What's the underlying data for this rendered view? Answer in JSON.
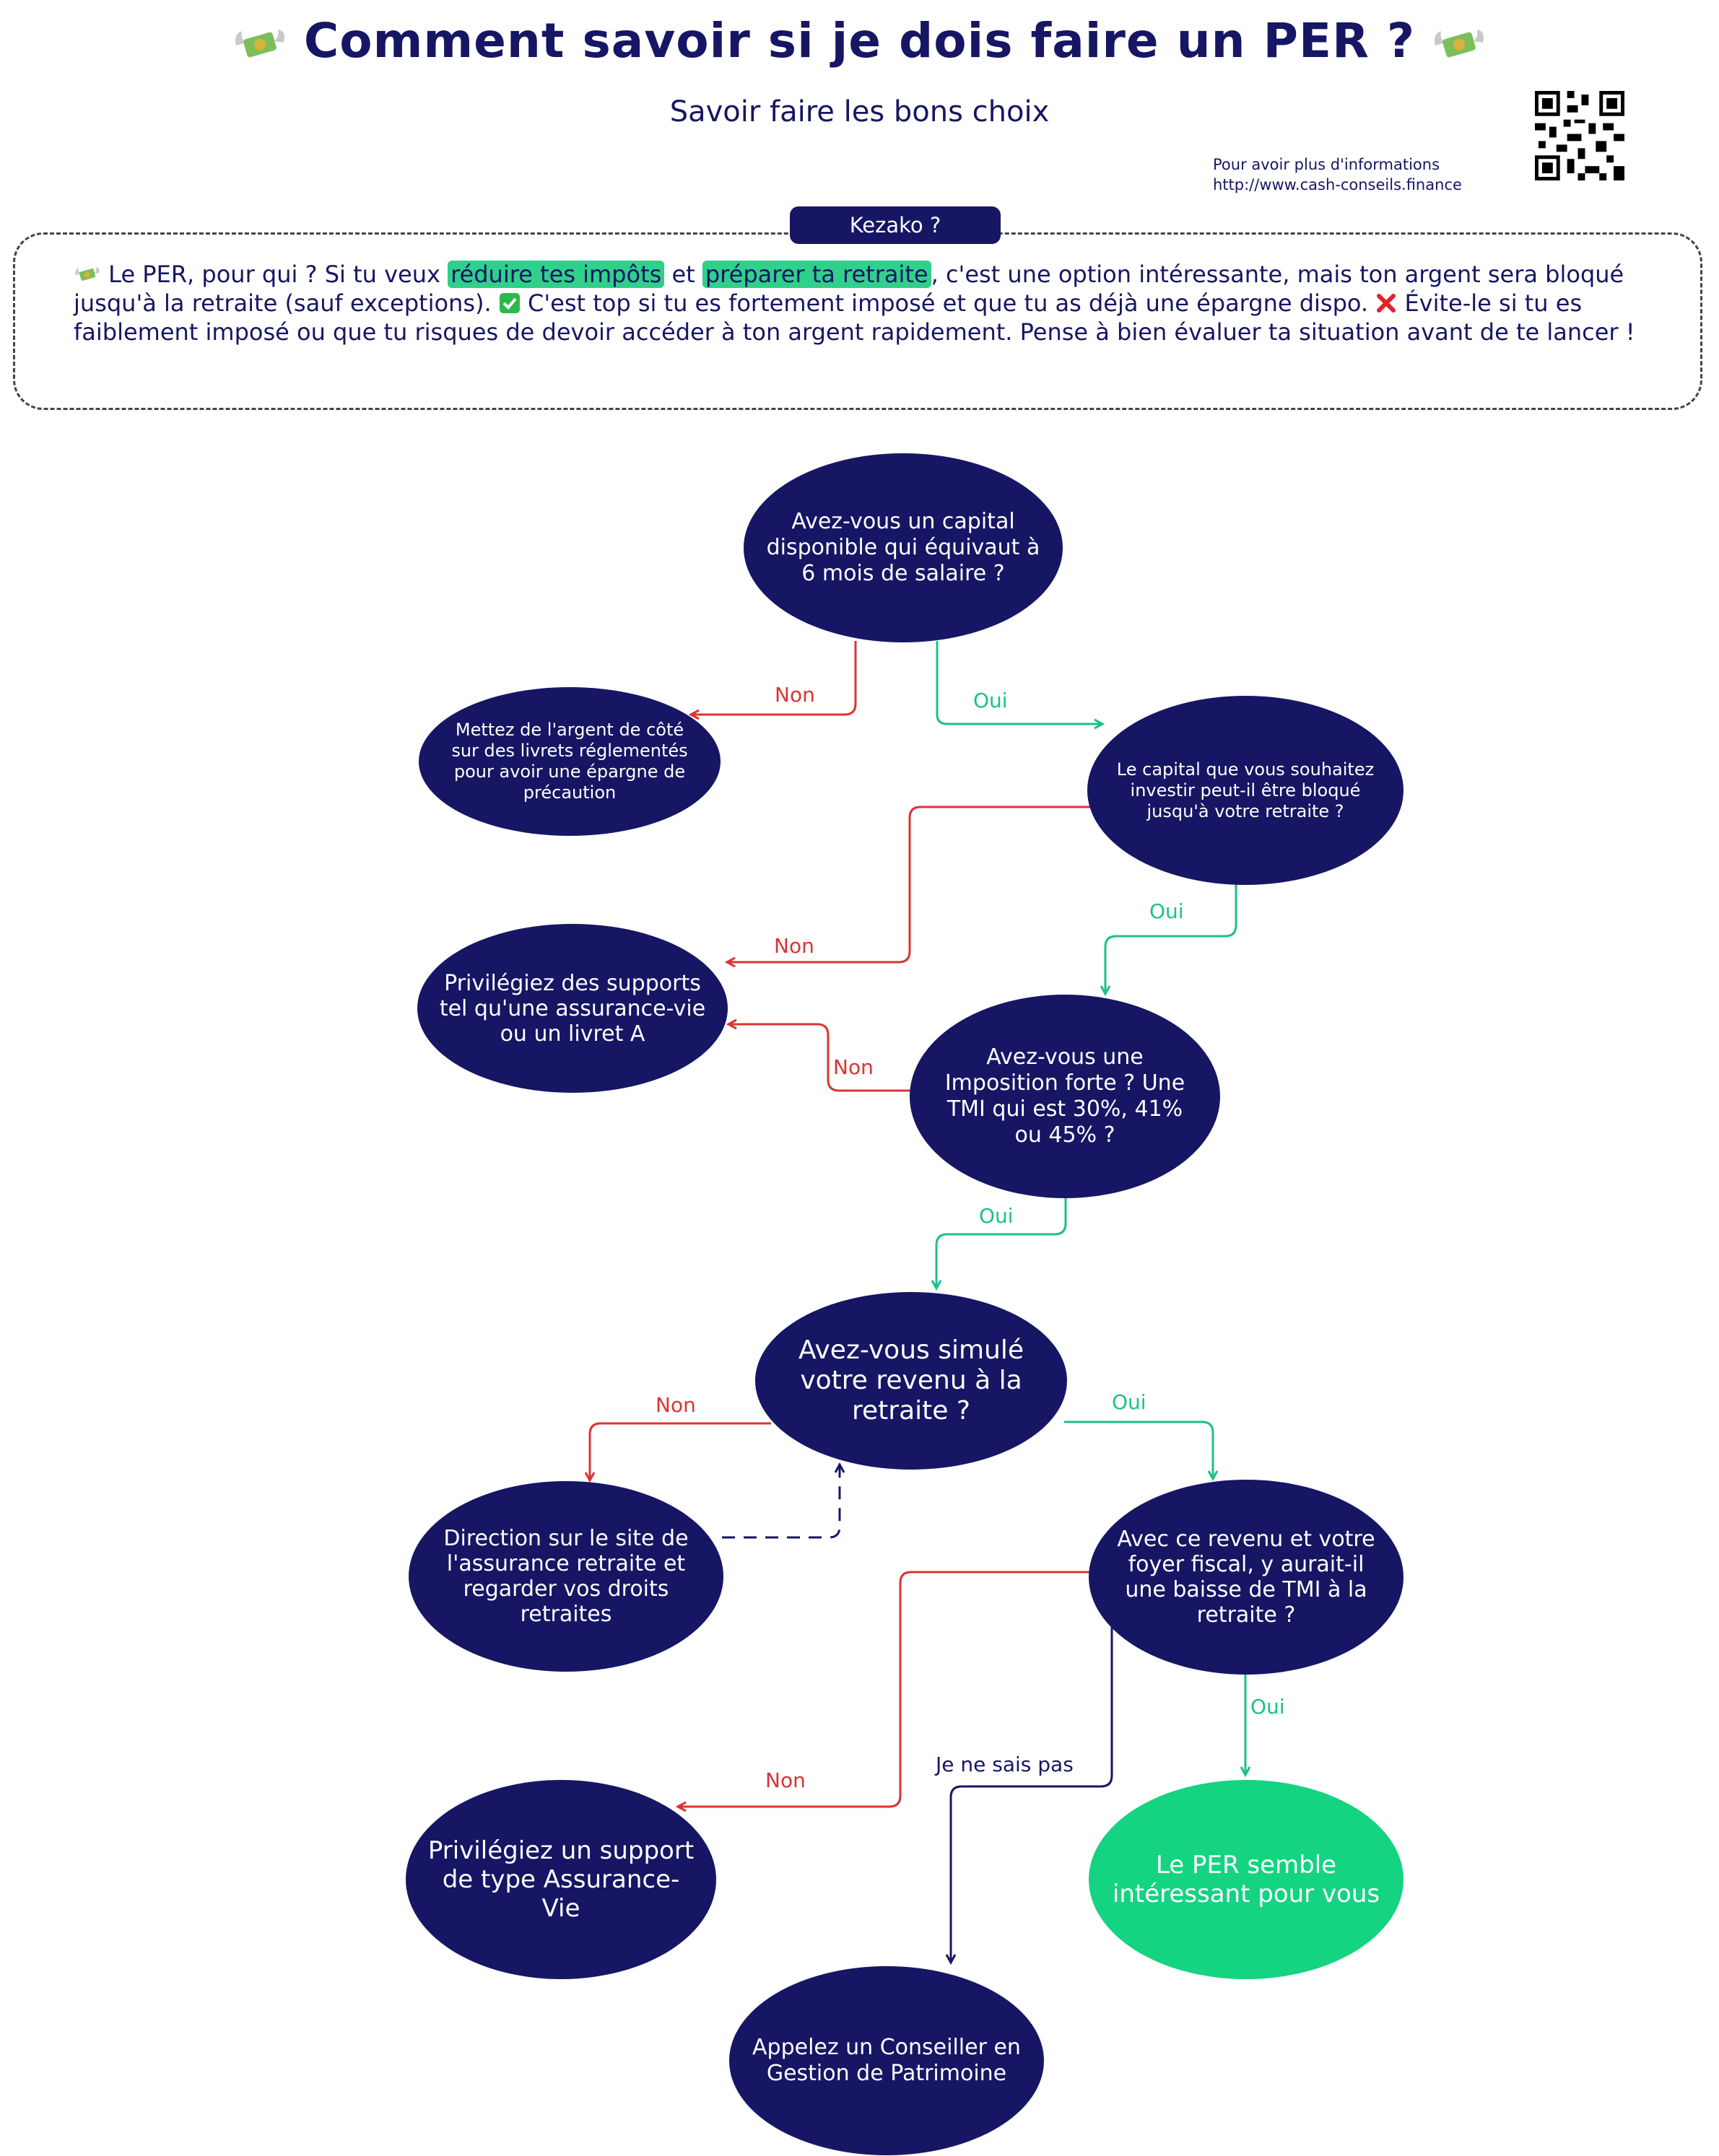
{
  "header": {
    "title": "Comment savoir si je dois faire un PER ?",
    "subtitle": "Savoir faire les bons choix",
    "info_line1": "Pour avoir plus d'informations",
    "info_line2": "http://www.cash-conseils.finance",
    "icons": [
      "money-with-wings-icon",
      "qr-code-icon"
    ]
  },
  "intro": {
    "badge": "Kezako ?",
    "part1": "Le PER, pour qui ? Si tu veux ",
    "highlight1": "réduire tes impôts",
    "part2": " et ",
    "highlight2": "préparer ta retraite",
    "part3": ", c'est une option intéressante, mais ton argent sera bloqué jusqu'à la retraite (sauf exceptions). ",
    "part4": " C'est top si tu es fortement imposé et que tu as déjà une épargne dispo. ",
    "part5": " Évite-le si tu es faiblement imposé ou que tu risques de devoir accéder à ton argent rapidement. Pense à bien évaluer ta situation avant de te lancer !",
    "icons": [
      "money-with-wings-icon",
      "check-mark-icon",
      "cross-mark-icon"
    ],
    "highlight_color": "#2fd08a"
  },
  "colors": {
    "node": "#161664",
    "node_success": "#14d381",
    "no_arrow": "#d93434",
    "yes_arrow": "#1cc184",
    "unknown_arrow": "#161664"
  },
  "nodes": {
    "q_capital": "Avez-vous un capital disponible qui équivaut à 6 mois de salaire ?",
    "a_livrets": "Mettez de l'argent de côté sur des livrets réglementés pour avoir une épargne de précaution",
    "q_bloque": "Le capital que vous souhaitez investir peut-il être bloqué jusqu'à votre retraite ?",
    "a_supports": "Privilégiez des supports tel qu'une assurance-vie ou un livret A",
    "q_imposition": "Avez-vous une Imposition forte ? Une TMI qui est 30%, 41% ou 45% ?",
    "q_simule": "Avez-vous simulé votre revenu à la retraite ?",
    "a_direction": "Direction sur le site de l'assurance retraite et regarder vos droits retraites",
    "q_baisse": "Avec ce revenu et votre foyer fiscal, y aurait-il une baisse de TMI à la retraite ?",
    "a_assurance_vie": "Privilégiez un support de type Assurance-Vie",
    "a_per": "Le PER semble intéressant pour vous",
    "a_conseiller": "Appelez un Conseiller en Gestion de Patrimoine"
  },
  "edges": {
    "no": "Non",
    "yes": "Oui",
    "unknown": "Je ne sais pas"
  }
}
